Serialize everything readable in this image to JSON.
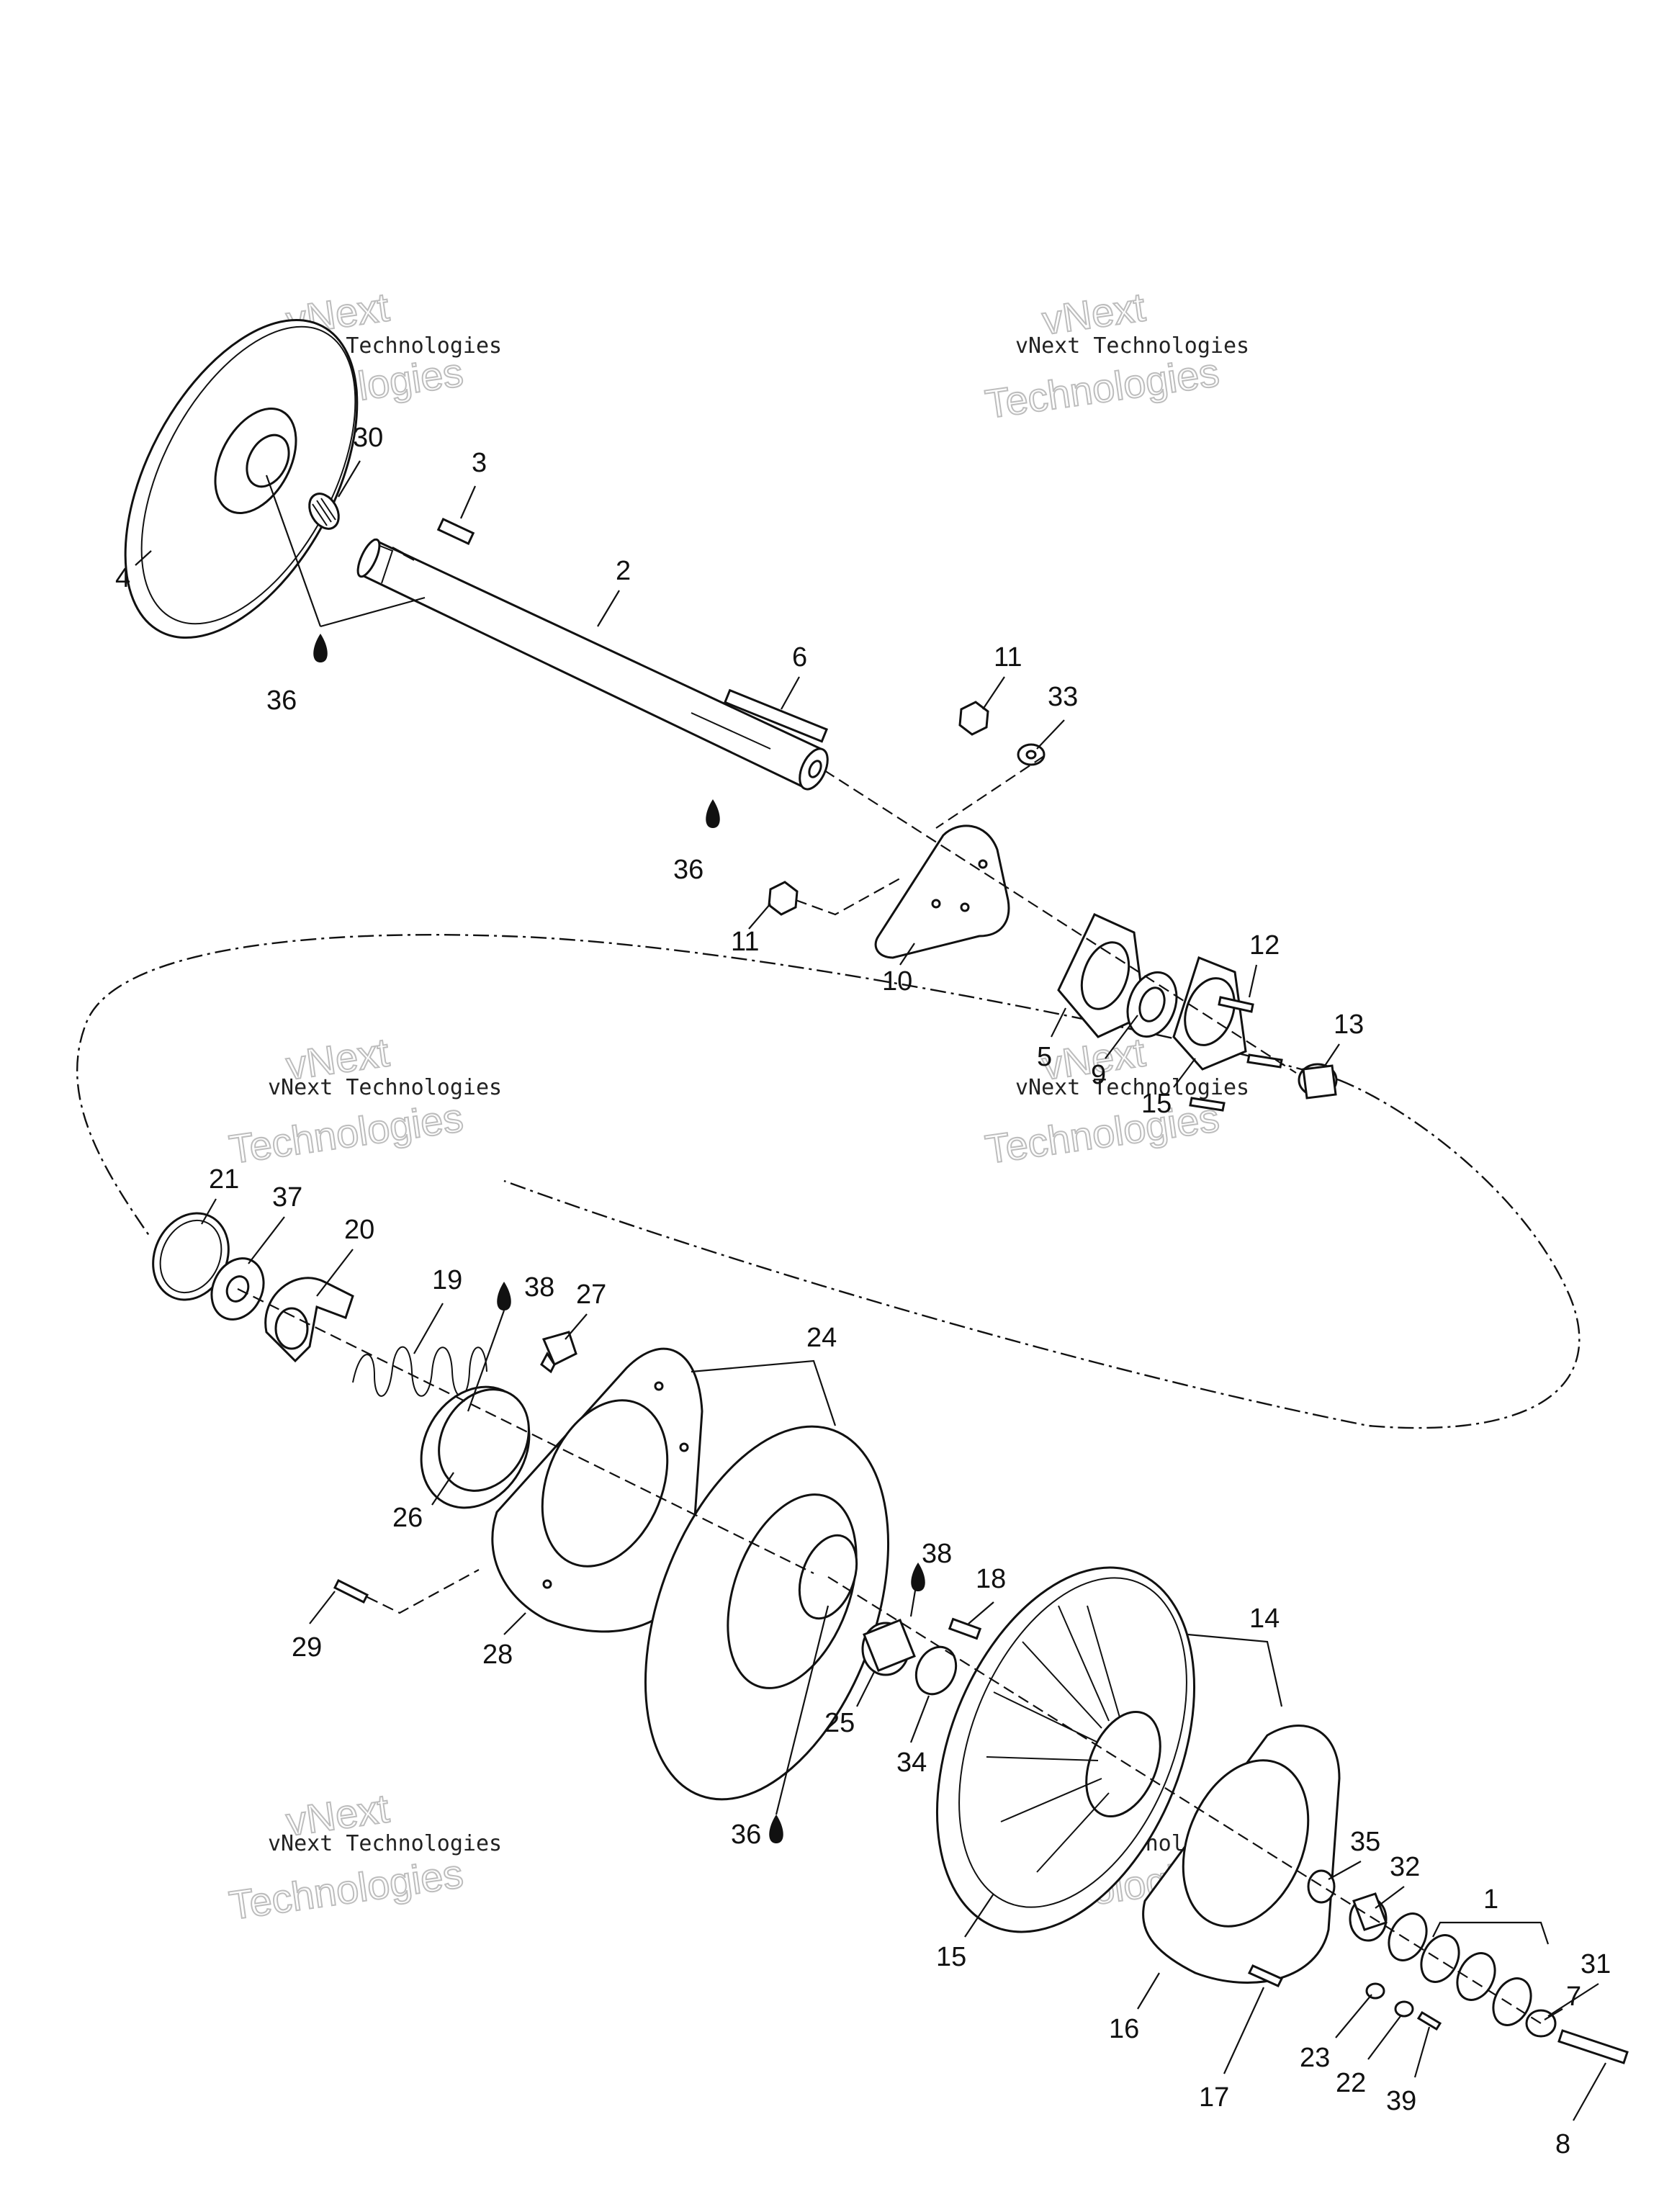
{
  "watermark": {
    "line1": "vNext",
    "line2": "vNext Technologies",
    "line3": "Technologies"
  },
  "callouts": [
    {
      "id": "c4",
      "text": "4"
    },
    {
      "id": "c30",
      "text": "30"
    },
    {
      "id": "c3",
      "text": "3"
    },
    {
      "id": "c2",
      "text": "2"
    },
    {
      "id": "c36a",
      "text": "36"
    },
    {
      "id": "c6",
      "text": "6"
    },
    {
      "id": "c11a",
      "text": "11"
    },
    {
      "id": "c33",
      "text": "33"
    },
    {
      "id": "c36b",
      "text": "36"
    },
    {
      "id": "c11b",
      "text": "11"
    },
    {
      "id": "c10",
      "text": "10"
    },
    {
      "id": "c12",
      "text": "12"
    },
    {
      "id": "c13",
      "text": "13"
    },
    {
      "id": "c5",
      "text": "5"
    },
    {
      "id": "c9",
      "text": "9"
    },
    {
      "id": "c15b",
      "text": "15"
    },
    {
      "id": "c21",
      "text": "21"
    },
    {
      "id": "c37",
      "text": "37"
    },
    {
      "id": "c20",
      "text": "20"
    },
    {
      "id": "c19",
      "text": "19"
    },
    {
      "id": "c38a",
      "text": "38"
    },
    {
      "id": "c27",
      "text": "27"
    },
    {
      "id": "c24",
      "text": "24"
    },
    {
      "id": "c26",
      "text": "26"
    },
    {
      "id": "c38b",
      "text": "38"
    },
    {
      "id": "c18",
      "text": "18"
    },
    {
      "id": "c14",
      "text": "14"
    },
    {
      "id": "c29",
      "text": "29"
    },
    {
      "id": "c28",
      "text": "28"
    },
    {
      "id": "c25",
      "text": "25"
    },
    {
      "id": "c34",
      "text": "34"
    },
    {
      "id": "c36c",
      "text": "36"
    },
    {
      "id": "c35",
      "text": "35"
    },
    {
      "id": "c32",
      "text": "32"
    },
    {
      "id": "c1",
      "text": "1"
    },
    {
      "id": "c15",
      "text": "15"
    },
    {
      "id": "c31",
      "text": "31"
    },
    {
      "id": "c7",
      "text": "7"
    },
    {
      "id": "c16",
      "text": "16"
    },
    {
      "id": "c23",
      "text": "23"
    },
    {
      "id": "c22",
      "text": "22"
    },
    {
      "id": "c39",
      "text": "39"
    },
    {
      "id": "c17",
      "text": "17"
    },
    {
      "id": "c8",
      "text": "8"
    }
  ]
}
